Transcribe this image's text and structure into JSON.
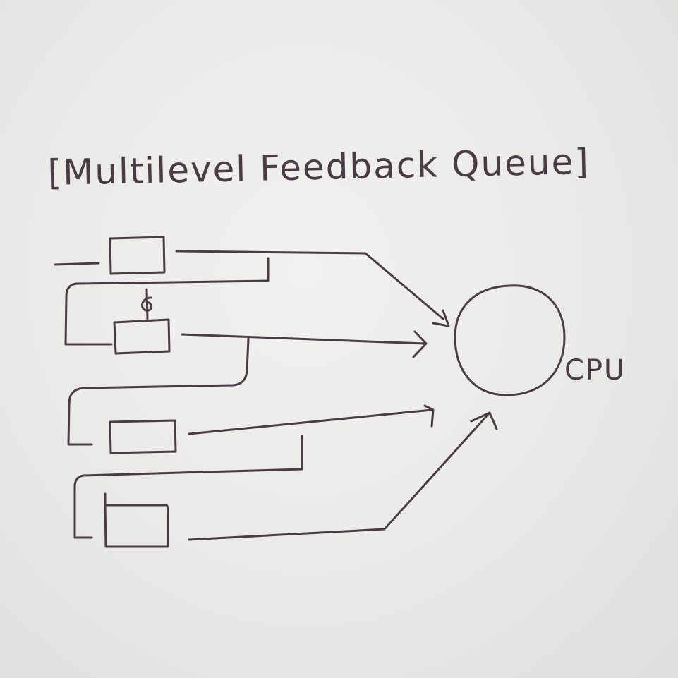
{
  "diagram": {
    "title": "[Multilevel Feedback Queue]",
    "cpu_label": "CPU",
    "queue_count": 4,
    "ink_color": "#4a3c44",
    "paper_color": "#ebebe9"
  }
}
